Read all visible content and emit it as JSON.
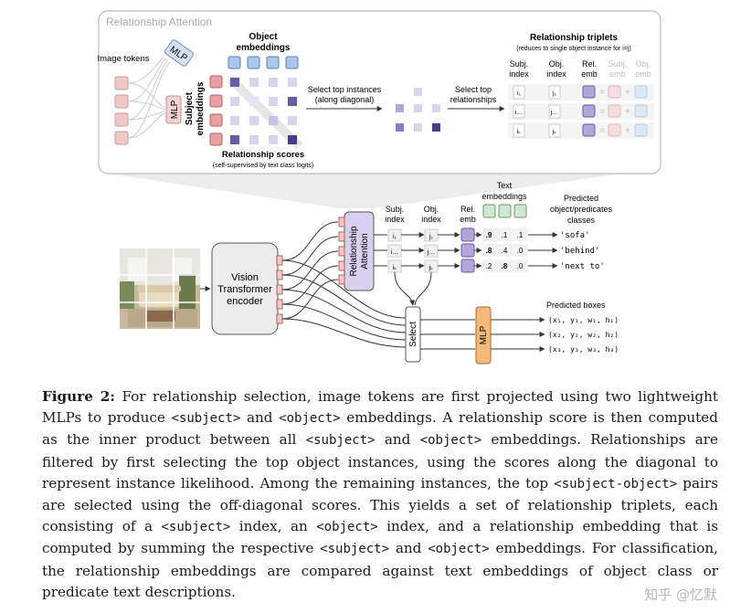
{
  "inset": {
    "title": "Relationship Attention",
    "image_tokens": "Image tokens",
    "mlp_top": "MLP",
    "mlp_left": "MLP",
    "object_embeddings": [
      "Object",
      "embeddings"
    ],
    "subject_embeddings": [
      "Subject",
      "embeddings"
    ],
    "relationship_scores": "Relationship scores",
    "scores_note": "(self-supervised by text class logits)",
    "select_top_instances": [
      "Select top instances",
      "(along diagonal)"
    ],
    "select_top_relationships": [
      "Select top",
      "relationships"
    ],
    "triplets_title": "Relationship triplets",
    "triplets_note": "(reduces to single object instance for i=j)",
    "col_subj": [
      "Subj.",
      "index"
    ],
    "col_obj": [
      "Obj.",
      "index"
    ],
    "col_rel": [
      "Rel.",
      "emb"
    ],
    "col_subj_emb": [
      "Subj.",
      "emb"
    ],
    "col_obj_emb": [
      "Obj.",
      "emb"
    ],
    "subj_idx": [
      "i₁",
      "i…",
      "iₖ"
    ],
    "obj_idx": [
      "j₁",
      "j…",
      "jₖ"
    ]
  },
  "main": {
    "encoder": [
      "Vision",
      "Transformer",
      "encoder"
    ],
    "attention_block": [
      "Relationship",
      "Attention"
    ],
    "col_subj": [
      "Subj.",
      "index"
    ],
    "col_obj": [
      "Obj.",
      "index"
    ],
    "col_rel": [
      "Rel.",
      "emb"
    ],
    "text_embeddings": [
      "Text",
      "embeddings"
    ],
    "predicted_classes": [
      "Predicted",
      "object/predicates",
      "classes"
    ],
    "rows": [
      {
        "subj": "i₁",
        "obj": "j₁",
        "scores": [
          ".9",
          ".1",
          ".1"
        ],
        "label": "'sofa'"
      },
      {
        "subj": "i…",
        "obj": "j…",
        "scores": [
          ".8",
          ".4",
          ".0"
        ],
        "label": "'behind'"
      },
      {
        "subj": "iₖ",
        "obj": "jₖ",
        "scores": [
          ".2",
          ".8",
          ".0"
        ],
        "label": "'next to'"
      }
    ],
    "select": "Select",
    "mlp": "MLP",
    "predicted_boxes": "Predicted boxes",
    "boxes": [
      "(x₁, y₁, w₁, h₁)",
      "(x₂, y₂, w₂, h₂)",
      "(x₃, y₃, w₃, h₃)"
    ]
  },
  "caption": {
    "label": "Figure 2:",
    "text_parts": [
      " For relationship selection, image tokens are first projected using two lightweight MLPs to produce ",
      "<subject>",
      " and ",
      "<object>",
      " embeddings. A relationship score is then computed as the inner product between all ",
      "<subject>",
      " and ",
      "<object>",
      " embeddings. Relationships are filtered by first selecting the top object instances, using the scores along the diagonal to represent instance likelihood. Among the remaining instances, the top ",
      "<subject-object>",
      " pairs are selected using the off-diagonal scores. This yields a set of relationship triplets, each consisting of a ",
      "<subject>",
      " index, an ",
      "<object>",
      " index, and a relationship embedding that is computed by summing the respective ",
      "<subject>",
      " and ",
      "<object>",
      " embeddings. For classification, the relationship embeddings are compared against text embeddings of object class or predicate text descriptions."
    ]
  },
  "watermark": "知乎 @忆默",
  "colors": {
    "token": "#f2c7c7",
    "subject": "#e8a0a0",
    "object": "#a9c6ec",
    "score_dark": "#4b3a8c",
    "score_light": "#d9d3ec",
    "text_emb": "#cfe8cf",
    "rel_emb": "#b3a6d8",
    "mlp": "#f3b97a"
  }
}
